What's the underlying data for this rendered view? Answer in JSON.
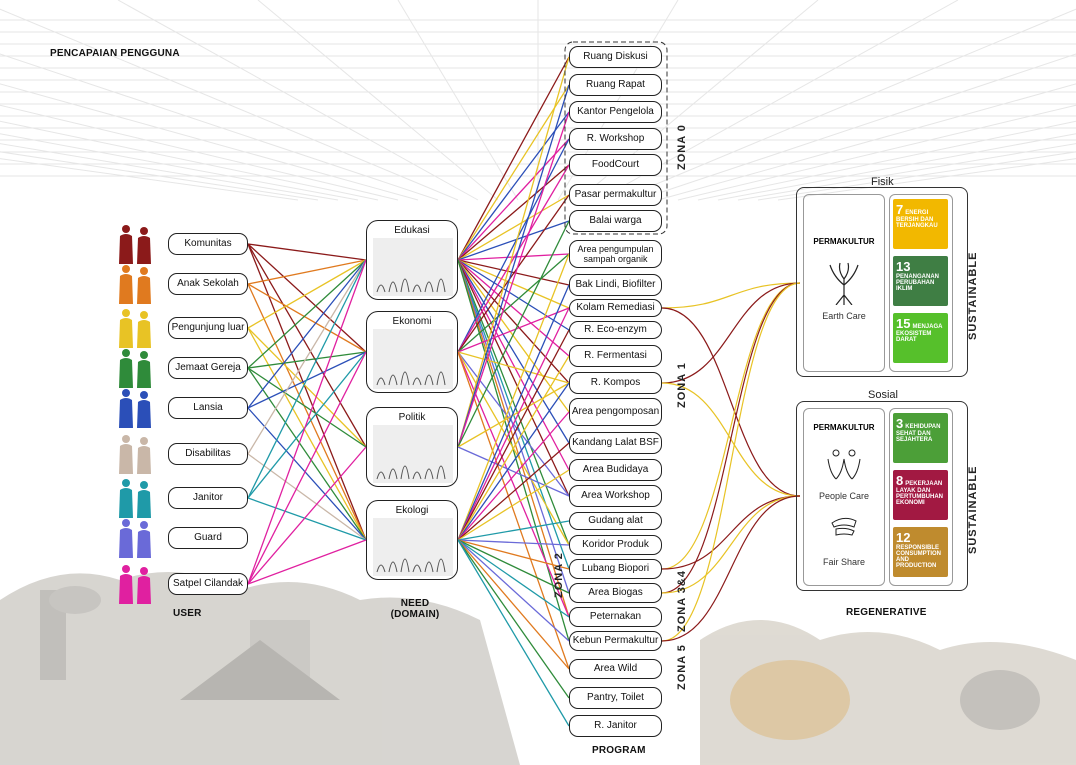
{
  "header": {
    "title": "PENCAPAIAN PENGGUNA"
  },
  "columns": {
    "user": "USER",
    "need": "NEED\n(DOMAIN)",
    "program": "PROGRAM",
    "regenerative": "REGENERATIVE"
  },
  "users": [
    "Komunitas",
    "Anak Sekolah",
    "Pengunjung luar",
    "Jemaat Gereja",
    "Lansia",
    "Disabilitas",
    "Janitor",
    "Guard",
    "Satpel Cilandak"
  ],
  "user_colors": [
    "#8b1a1a",
    "#e07a1f",
    "#e8c325",
    "#2f8b3a",
    "#2b4fb8",
    "#c9b7a8",
    "#1f9aa8",
    "#6a6ad8",
    "#e020a0"
  ],
  "needs": [
    "Edukasi",
    "Ekonomi",
    "Politik",
    "Ekologi"
  ],
  "programs": [
    "Ruang Diskusi",
    "Ruang Rapat",
    "Kantor Pengelola",
    "R. Workshop",
    "FoodCourt",
    "Pasar permakultur",
    "Balai warga",
    "Area pengumpulan sampah organik",
    "Bak Lindi, Biofilter",
    "Kolam Remediasi",
    "R. Eco-enzym",
    "R. Fermentasi",
    "R. Kompos",
    "Area pengomposan",
    "Kandang Lalat BSF",
    "Area Budidaya",
    "Area Workshop",
    "Gudang alat",
    "Koridor  Produk",
    "Lubang Biopori",
    "Area Biogas",
    "Peternakan",
    "Kebun Permakultur",
    "Area Wild",
    "Pantry, Toilet",
    "R. Janitor"
  ],
  "zones": [
    "ZONA 0",
    "ZONA 1",
    "ZONA 2",
    "ZONA 3&4",
    "ZONA 5"
  ],
  "regenerative": {
    "fisik": {
      "heading": "Fisik",
      "permakultur": "PERMAKULTUR",
      "care": "Earth Care",
      "sustainable": "SUSTAINABLE",
      "sdgs": [
        {
          "num": "7",
          "text": "ENERGI BERSIH DAN TERJANGKAU",
          "color": "#f2b800"
        },
        {
          "num": "13",
          "text": "PENANGANAN PERUBAHAN IKLIM",
          "color": "#3f7e44"
        },
        {
          "num": "15",
          "text": "MENJAGA EKOSISTEM DARAT",
          "color": "#56c02b"
        }
      ]
    },
    "sosial": {
      "heading": "Sosial",
      "permakultur": "PERMAKULTUR",
      "care": "People Care",
      "share": "Fair Share",
      "sustainable": "SUSTAINABLE",
      "sdgs": [
        {
          "num": "3",
          "text": "KEHIDUPAN SEHAT DAN SEJAHTERA",
          "color": "#4c9f38"
        },
        {
          "num": "8",
          "text": "PEKERJAAN LAYAK DAN PERTUMBUHAN EKONOMI",
          "color": "#a21942"
        },
        {
          "num": "12",
          "text": "RESPONSIBLE CONSUMPTION AND PRODUCTION",
          "color": "#bf8b2e"
        }
      ]
    }
  }
}
